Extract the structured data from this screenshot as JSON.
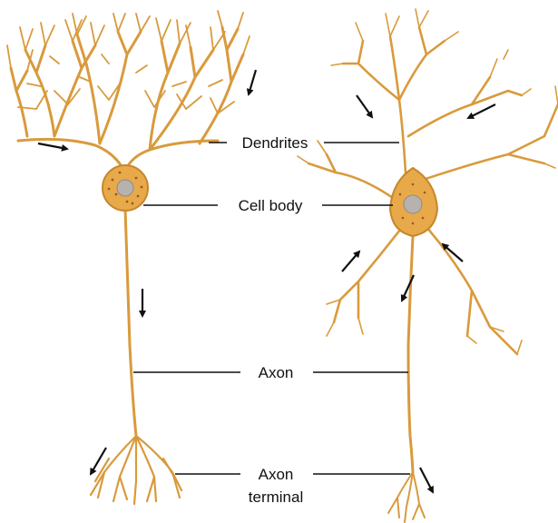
{
  "labels": {
    "dendrites": "Dendrites",
    "cell_body": "Cell body",
    "axon": "Axon",
    "axon_terminal_line1": "Axon",
    "axon_terminal_line2": "terminal"
  },
  "colors": {
    "neuron_fill": "#e8a94a",
    "neuron_stroke": "#c5872a",
    "nucleus": "#b7b2ad",
    "cell_body_dots": "#9a5a1c",
    "leader_line": "#111111",
    "arrow": "#111111"
  },
  "icons": [
    "arrow-icon"
  ]
}
